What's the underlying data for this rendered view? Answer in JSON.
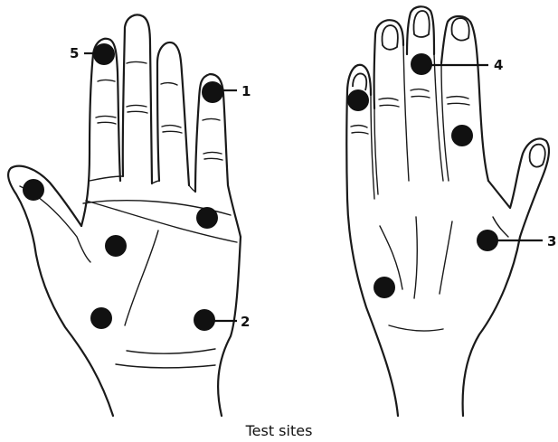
{
  "caption": "Test sites",
  "labels": {
    "site1": "1",
    "site2": "2",
    "site3": "3",
    "site4": "4",
    "site5": "5"
  },
  "colors": {
    "ink": "#111111",
    "background": "#ffffff"
  }
}
